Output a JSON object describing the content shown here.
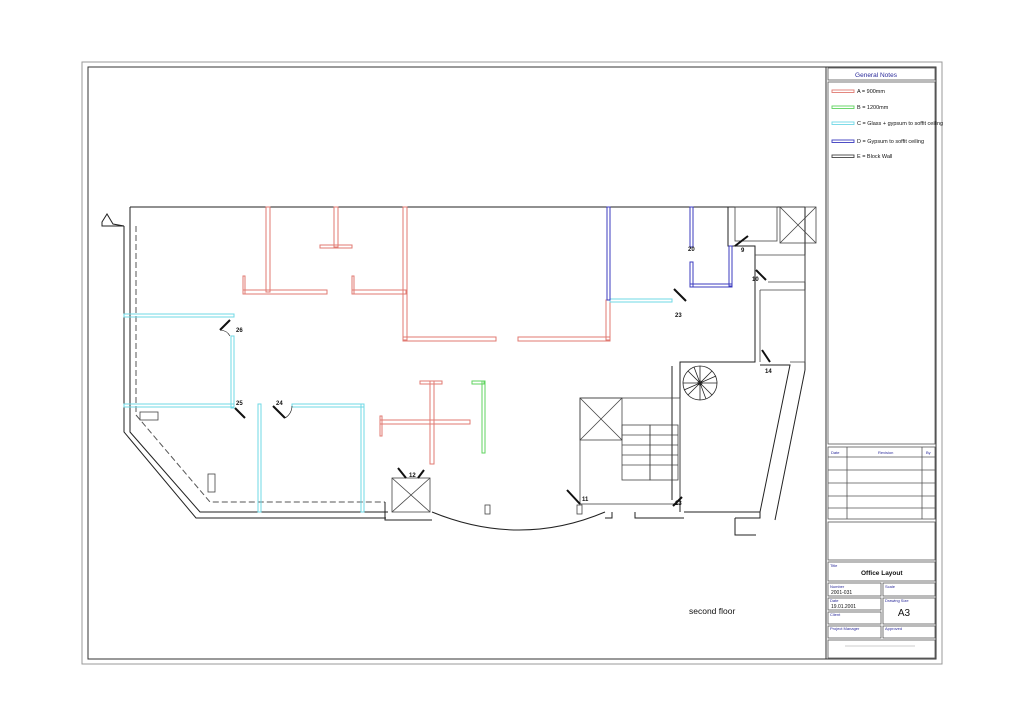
{
  "plan": {
    "caption": "second floor",
    "door_tags": [
      "26",
      "25",
      "24",
      "12",
      "11",
      "13",
      "14",
      "23",
      "20",
      "9",
      "10"
    ]
  },
  "legend": {
    "title": "General Notes",
    "items": [
      {
        "text": "A = 900mm",
        "color": "#e07a72"
      },
      {
        "text": "B = 1200mm",
        "color": "#5fd35f"
      },
      {
        "text": "C = Glass + gypsum to soffit ceiling",
        "color": "#6fd8e6"
      },
      {
        "text": "D = Gypsum to soffit ceiling",
        "color": "#3b3bbf"
      },
      {
        "text": "E = Block Wall",
        "color": "#444444"
      }
    ]
  },
  "revisions": {
    "headers": [
      "Date",
      "Revision",
      "By"
    ]
  },
  "title_block": {
    "title_label": "Title",
    "title": "Office Layout",
    "number_label": "Number",
    "number": "2001-031",
    "scale_label": "Scale",
    "date_label": "Date",
    "date": "19.01.2001",
    "drawing_size_label": "Drawing Size",
    "drawing_size": "A3",
    "client_label": "Client",
    "project_manager_label": "Project Manager",
    "approved_label": "Approved"
  }
}
